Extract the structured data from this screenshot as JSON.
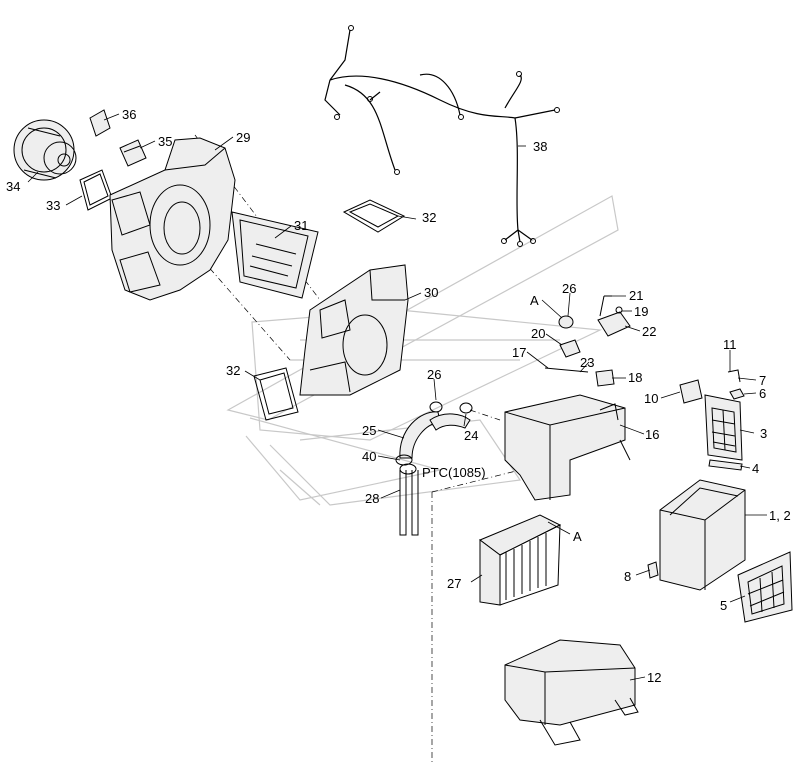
{
  "labels": {
    "l1_2": "1, 2",
    "l3": "3",
    "l4": "4",
    "l5": "5",
    "l6": "6",
    "l7": "7",
    "l8": "8",
    "l10": "10",
    "l11": "11",
    "l12": "12",
    "l16": "16",
    "l17": "17",
    "l18": "18",
    "l19": "19",
    "l20": "20",
    "l21": "21",
    "l22": "22",
    "l23": "23",
    "l24": "24",
    "l25": "25",
    "l26a": "26",
    "l26b": "26",
    "l27": "27",
    "l28": "28",
    "l29": "29",
    "l30": "30",
    "l31": "31",
    "l32a": "32",
    "l32b": "32",
    "l33": "33",
    "l34": "34",
    "l35": "35",
    "l36": "36",
    "l38": "38",
    "l40": "40",
    "la1": "A",
    "la2": "A",
    "ptc": "PTC(1085)"
  }
}
